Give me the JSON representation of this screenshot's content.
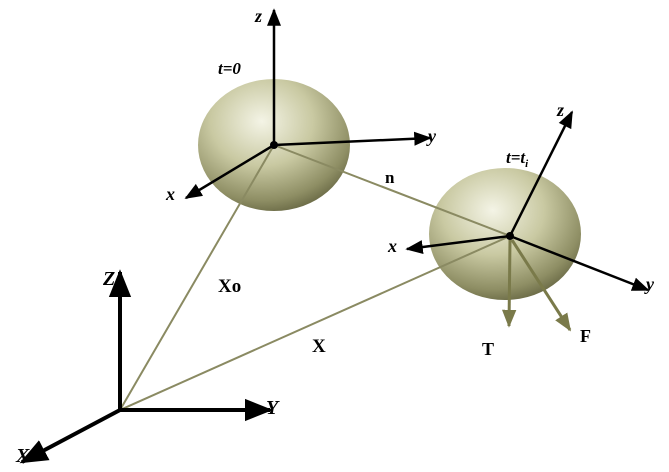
{
  "diagram": {
    "colors": {
      "background": "#ffffff",
      "axis": "#000000",
      "connector": "#8a8a62",
      "force_arrow": "#7a7a4a",
      "sphere_light": "#f4f4e6",
      "sphere_mid": "#b9b98e",
      "sphere_dark": "#5c5c3a"
    },
    "labels": {
      "global_z": "Z",
      "global_y": "Y",
      "global_x": "X",
      "sphere0_time": "t=0",
      "sphere0_z": "z",
      "sphere0_y": "y",
      "sphere0_x": "x",
      "sphere1_time_main": "t=t",
      "sphere1_time_sub": "i",
      "sphere1_z": "z",
      "sphere1_y": "y",
      "sphere1_x": "x",
      "vector_n": "n",
      "vector_x0": "Xo",
      "vector_x": "X",
      "force_t": "T",
      "force_f": "F"
    }
  }
}
